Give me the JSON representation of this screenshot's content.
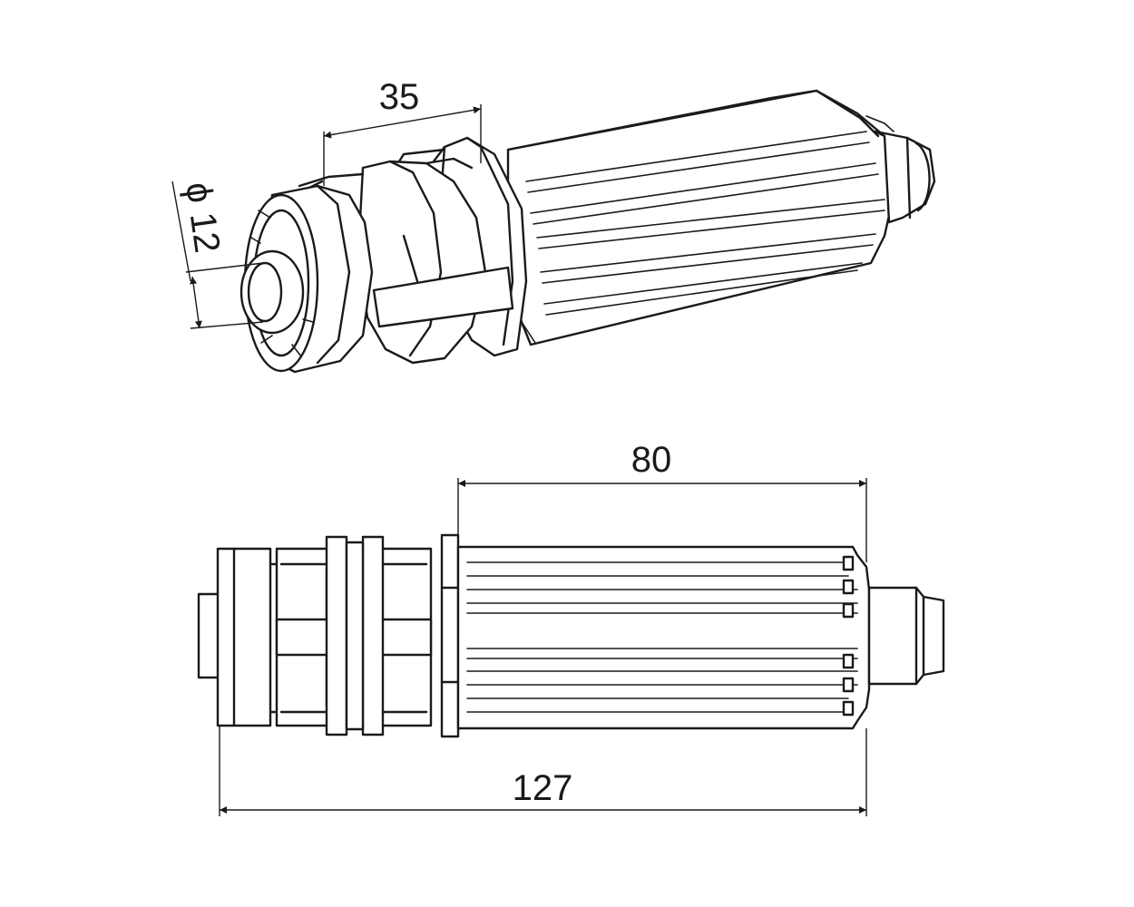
{
  "drawing": {
    "dimensions": {
      "iso_length": "35",
      "iso_diameter": "ϕ 12",
      "side_length": "80",
      "overall_length": "127"
    }
  }
}
